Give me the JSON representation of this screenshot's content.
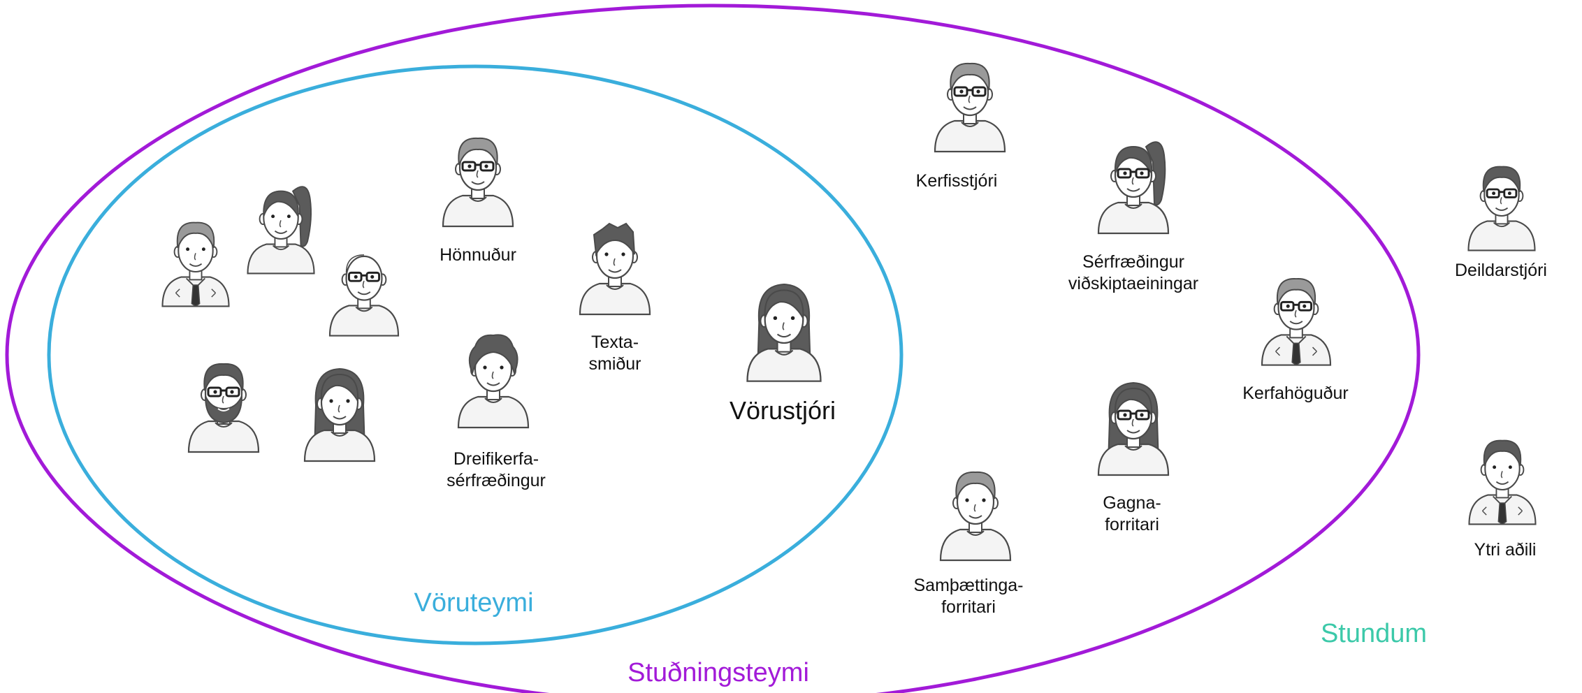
{
  "groups": {
    "voruteymi": {
      "label": "Vöruteymi",
      "color": "#3aaedc"
    },
    "studningsteymi": {
      "label": "Stuðningsteymi",
      "color": "#a21ad8"
    },
    "stundum": {
      "label": "Stundum",
      "color": "#3cc9a9"
    }
  },
  "roles": {
    "honnudur": "Hönnuður",
    "textasmidur_1": "Texta-",
    "textasmidur_2": "smiður",
    "vorustjori": "Vörustjóri",
    "dreifi_1": "Dreifikerfa-",
    "dreifi_2": "sérfræðingur",
    "kerfisstjori": "Kerfisstjóri",
    "serfraedingur_1": "Sérfræðingur",
    "serfraedingur_2": "viðskiptaeiningar",
    "kerfahogudur": "Kerfahöguður",
    "gagna_1": "Gagna-",
    "gagna_2": "forritari",
    "samthatt_1": "Samþættinga-",
    "samthatt_2": "forritari",
    "deildarstjori": "Deildarstjóri",
    "ytri": "Ytri aðili"
  },
  "icon_names": [
    "person-icon",
    "person-glasses-icon",
    "person-ponytail-icon",
    "person-long-hair-icon",
    "person-bald-icon",
    "person-beard-icon",
    "person-tie-icon"
  ]
}
